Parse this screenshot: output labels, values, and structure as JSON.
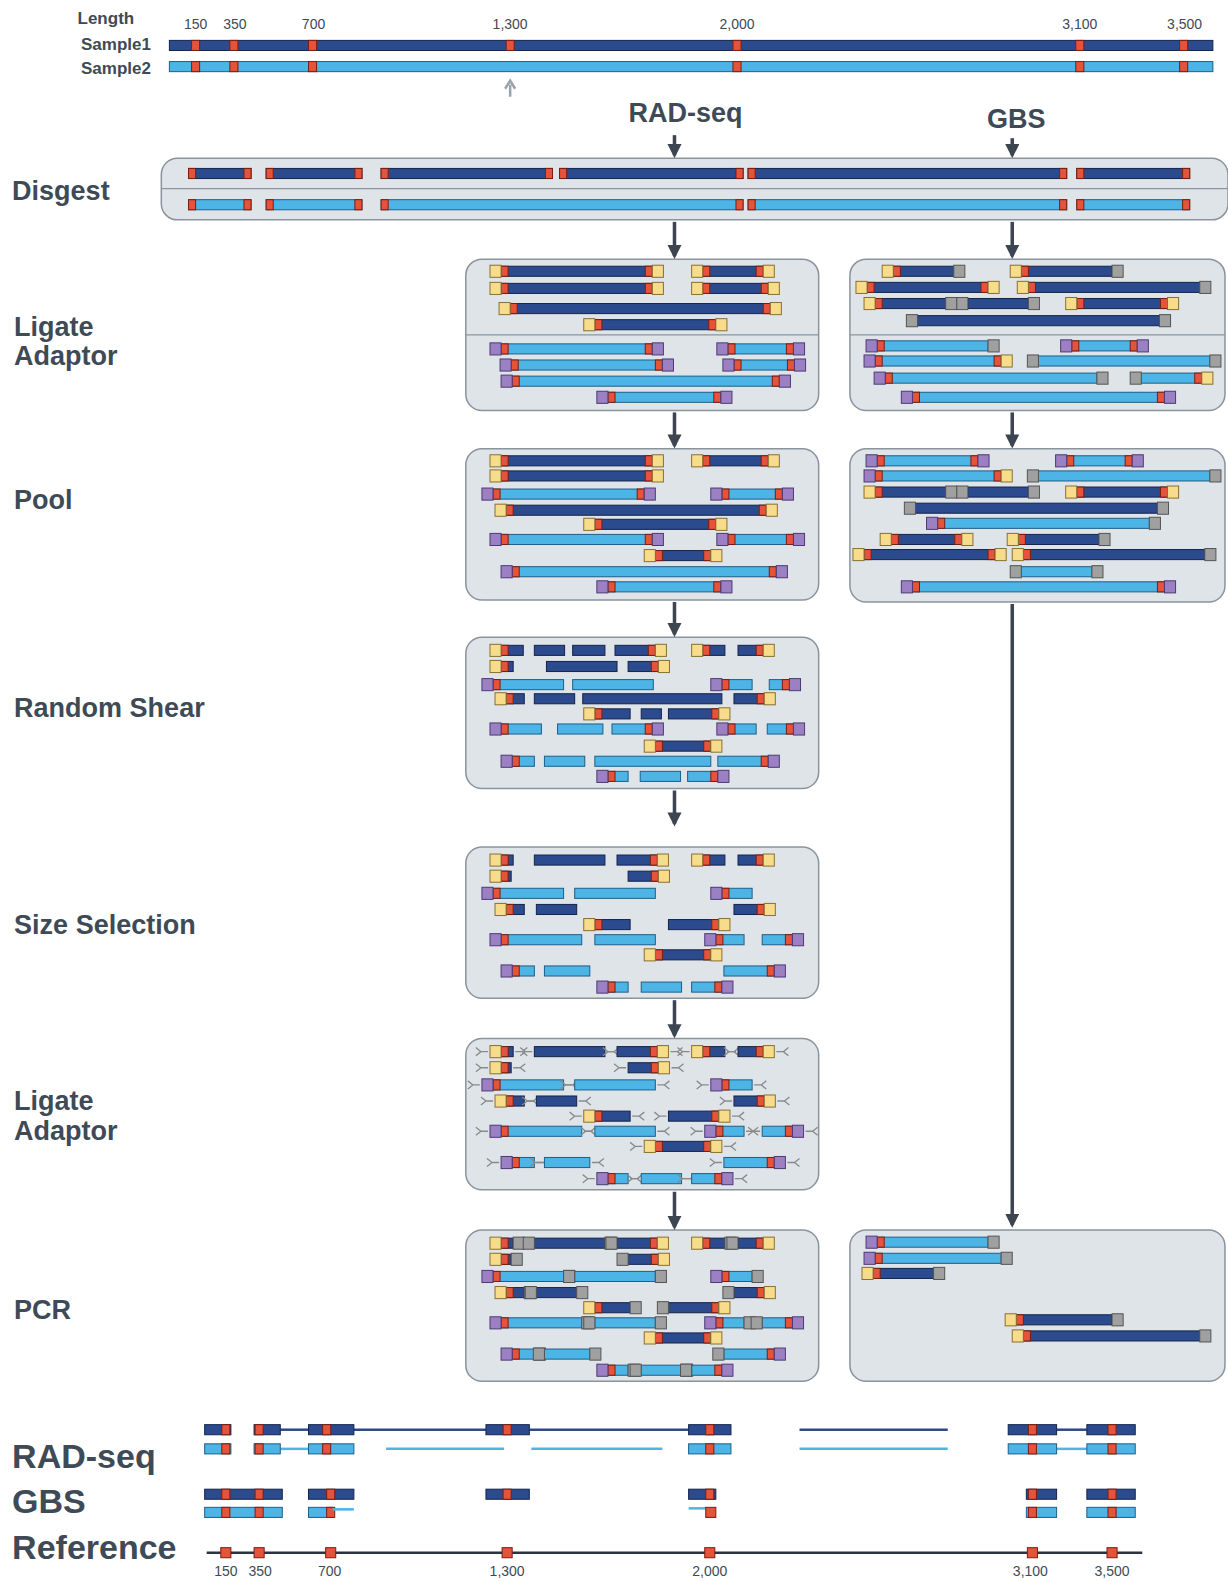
{
  "diagram": {
    "labels": [
      "Length",
      "150",
      "350",
      "700",
      "1,300",
      "2,000",
      "3,100",
      "3,500",
      "Sample1",
      "Sample2",
      "RAD-seq",
      "GBS",
      "Disgest",
      "Ligate Adaptor",
      "Pool",
      "Random Shear",
      "Size Selection",
      "Ligate Adaptor",
      "PCR",
      "RAD-seq",
      "GBS",
      "Reference",
      "150",
      "350",
      "700",
      "1,300",
      "2,000",
      "3,100",
      "3,500"
    ]
  }
}
